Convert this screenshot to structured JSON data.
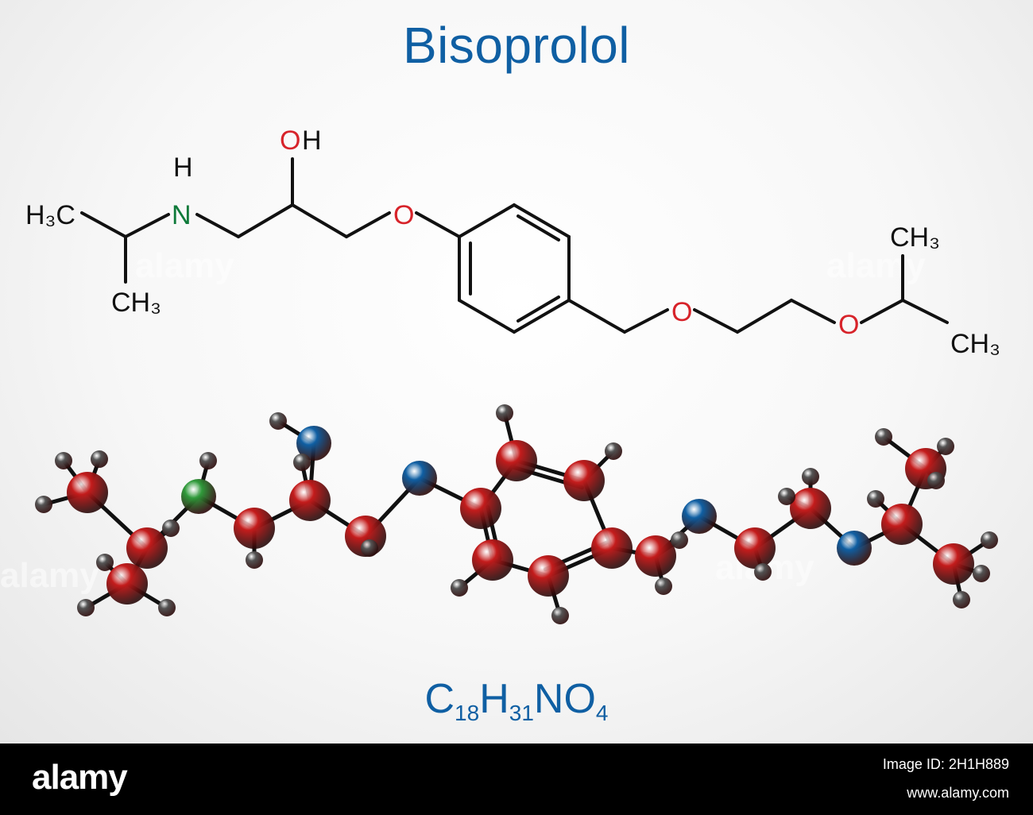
{
  "title": "Bisoprolol",
  "formula": {
    "c": "C",
    "c_n": "18",
    "h": "H",
    "h_n": "31",
    "rest": "NO",
    "o_n": "4"
  },
  "structure_labels": {
    "oh": "OH",
    "h_on_n": "H",
    "n": "N",
    "o": "O",
    "h3c": "H₃C",
    "ch3": "CH₃"
  },
  "colors": {
    "title": "#0f5fa3",
    "oxygen_label": "#d7232a",
    "nitrogen_label": "#0f7a3a",
    "bond": "#111111",
    "carbon_ball": "#c41c1c",
    "oxygen_ball": "#0f5fa3",
    "nitrogen_ball": "#2f9a3a",
    "hydrogen_ball": "#555555"
  },
  "watermark": "alamy",
  "footer": {
    "logo": "alamy",
    "image_id": "Image ID: 2H1H889",
    "site": "www.alamy.com"
  }
}
